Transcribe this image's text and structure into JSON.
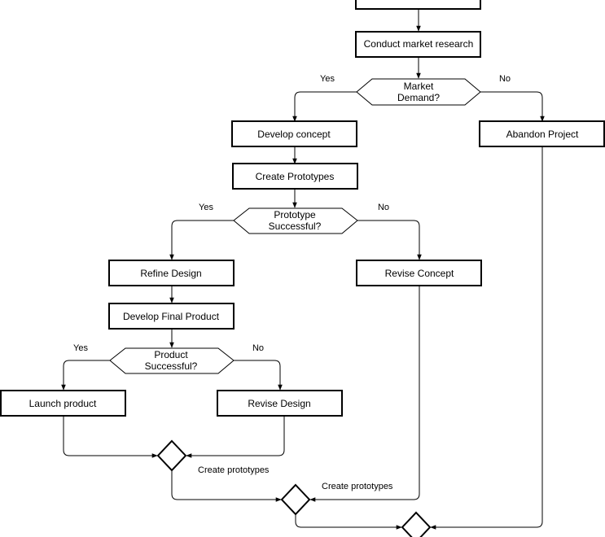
{
  "nodes": {
    "top_partial": "",
    "market_research": "Conduct market research",
    "market_demand_1": "Market",
    "market_demand_2": "Demand?",
    "develop_concept": "Develop concept",
    "abandon_project": "Abandon Project",
    "create_prototypes": "Create Prototypes",
    "proto_success_1": "Prototype",
    "proto_success_2": "Successful?",
    "refine_design": "Refine Design",
    "revise_concept": "Revise Concept",
    "develop_final": "Develop Final Product",
    "product_success_1": "Product",
    "product_success_2": "Successful?",
    "launch_product": "Launch product",
    "revise_design": "Revise Design"
  },
  "edges": {
    "market_yes": "Yes",
    "market_no": "No",
    "proto_yes": "Yes",
    "proto_no": "No",
    "product_yes": "Yes",
    "product_no": "No",
    "merge1_label": "Create prototypes",
    "merge2_label": "Create prototypes"
  }
}
